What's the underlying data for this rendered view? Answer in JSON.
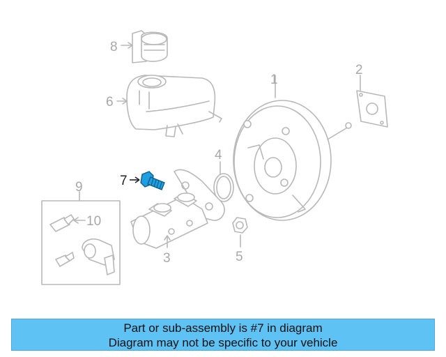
{
  "diagram": {
    "callouts": [
      {
        "id": "1",
        "label": "1"
      },
      {
        "id": "2",
        "label": "2"
      },
      {
        "id": "3",
        "label": "3"
      },
      {
        "id": "4",
        "label": "4"
      },
      {
        "id": "5",
        "label": "5"
      },
      {
        "id": "6",
        "label": "6"
      },
      {
        "id": "7",
        "label": "7",
        "highlighted": true
      },
      {
        "id": "8",
        "label": "8"
      },
      {
        "id": "9",
        "label": "9"
      },
      {
        "id": "10",
        "label": "10"
      }
    ],
    "highlight_color": "#1f9fdf"
  },
  "banner": {
    "line1": "Part or sub-assembly is #7 in diagram",
    "line2": "Diagram may not be specific to your vehicle",
    "background": "#5ec2f5"
  }
}
